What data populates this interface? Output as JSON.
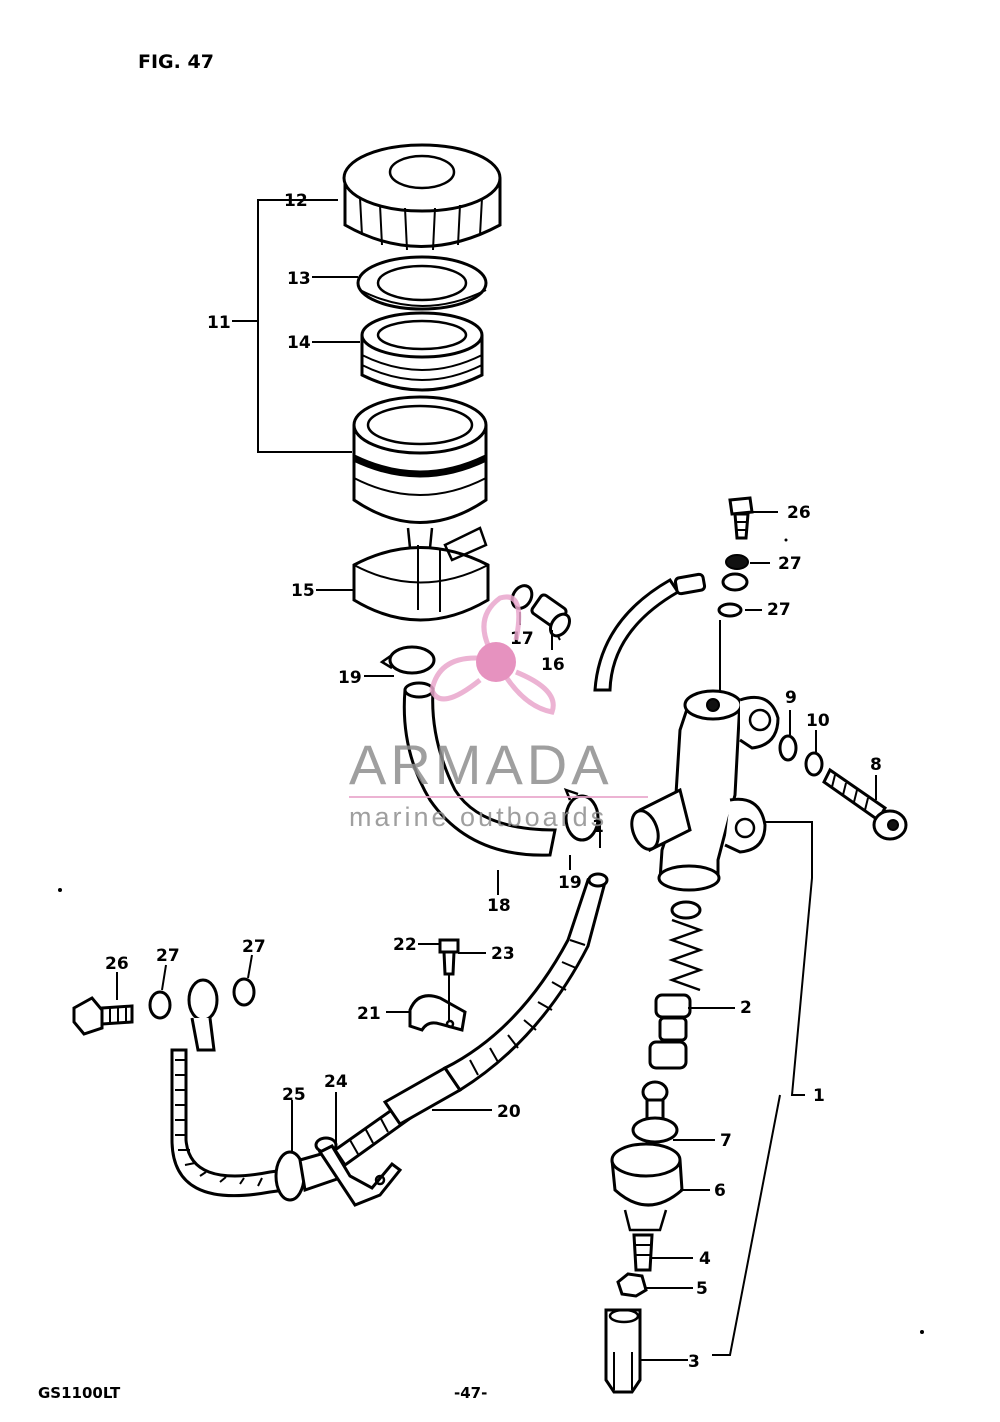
{
  "header": {
    "figure_label": "FIG. 47"
  },
  "footer": {
    "model": "GS1100LT",
    "page_number": "-47-"
  },
  "watermark": {
    "brand": "ARMADA",
    "tagline": "marine outboards",
    "colors": {
      "brand_text": "#8f8f8f",
      "logo_pink": "#e9a6cc",
      "logo_center": "#e27fb5"
    }
  },
  "callouts": {
    "c1": "1",
    "c2": "2",
    "c3": "3",
    "c4": "4",
    "c5": "5",
    "c6": "6",
    "c7": "7",
    "c8": "8",
    "c9": "9",
    "c10": "10",
    "c11": "11",
    "c12": "12",
    "c13": "13",
    "c14": "14",
    "c15": "15",
    "c16": "16",
    "c17": "17",
    "c18": "18",
    "c19a": "19",
    "c19b": "19",
    "c20": "20",
    "c21": "21",
    "c22": "22",
    "c23": "23",
    "c24": "24",
    "c25": "25",
    "c26a": "26",
    "c26b": "26",
    "c27a": "27",
    "c27b": "27",
    "c27c": "27",
    "c27d": "27"
  }
}
